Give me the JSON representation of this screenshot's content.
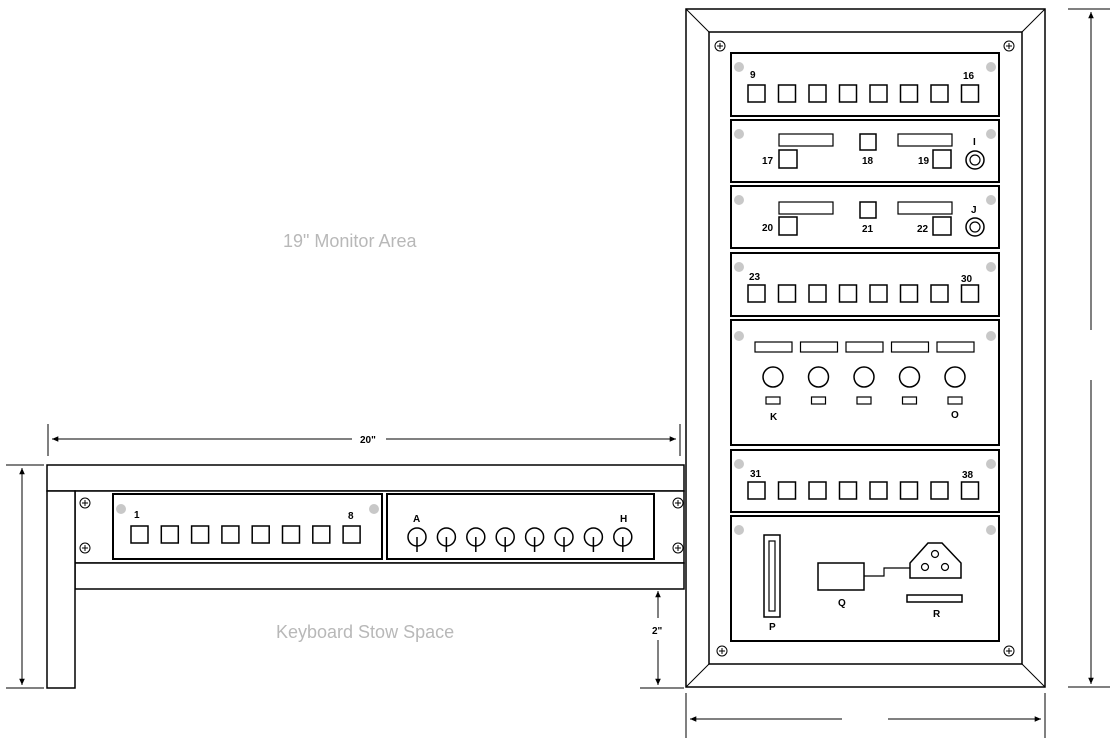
{
  "areas": {
    "monitor": "19\" Monitor Area",
    "keyboard": "Keyboard Stow Space"
  },
  "dimensions": {
    "width_20": "20\"",
    "height_2": "2\""
  },
  "desk_panels": {
    "buttons": {
      "first": "1",
      "last": "8"
    },
    "knobs": {
      "first": "A",
      "last": "H"
    }
  },
  "rack": {
    "panel_9_16": {
      "first": "9",
      "last": "16"
    },
    "panel_17_19": {
      "b1": "17",
      "b2": "18",
      "b3": "19",
      "jack": "I"
    },
    "panel_20_22": {
      "b1": "20",
      "b2": "21",
      "b3": "22",
      "jack": "J"
    },
    "panel_23_30": {
      "first": "23",
      "last": "30"
    },
    "panel_knobs": {
      "first": "K",
      "last": "O"
    },
    "panel_31_38": {
      "first": "31",
      "last": "38"
    },
    "panel_bottom": {
      "p": "P",
      "q": "Q",
      "r": "R"
    }
  },
  "colors": {
    "line": "#000000",
    "mount_hole": "#c8c8c8",
    "area_text": "#b8b8b8"
  }
}
